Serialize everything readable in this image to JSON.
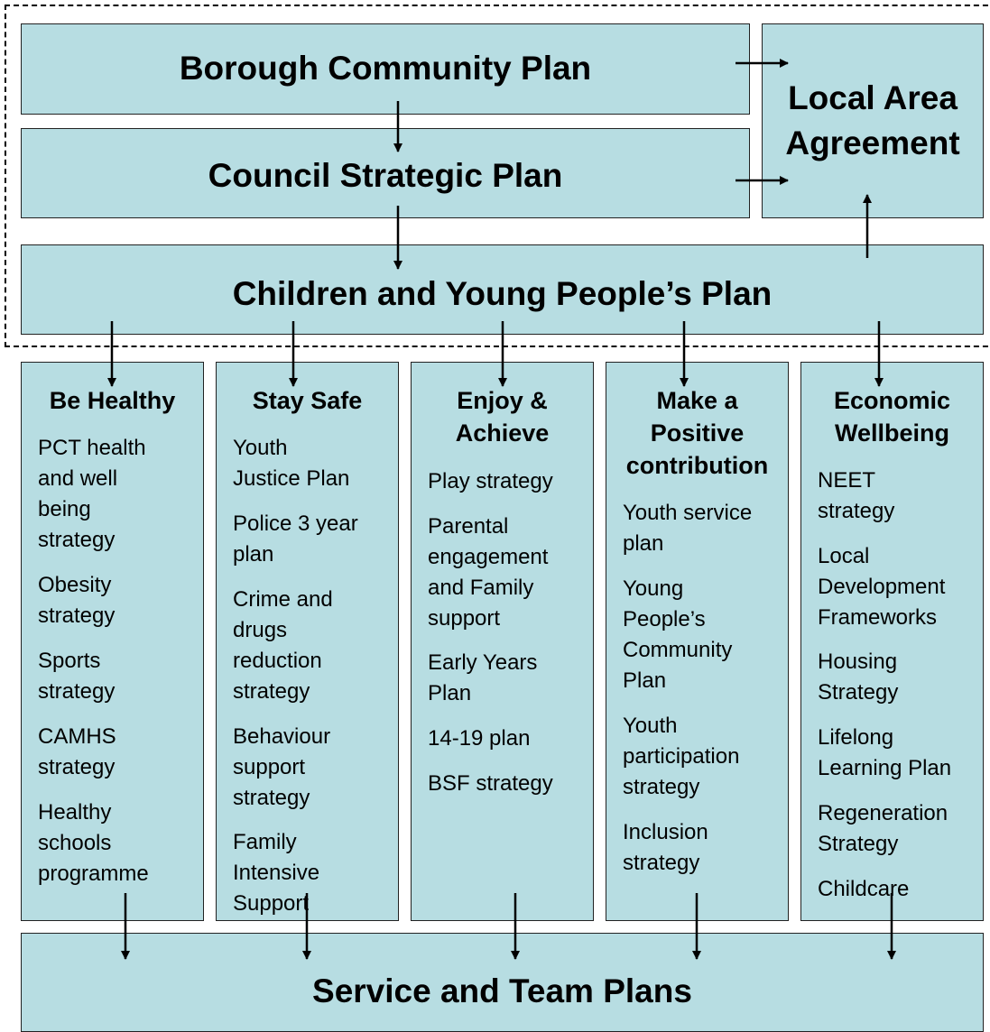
{
  "plans": {
    "borough": "Borough Community Plan",
    "council": "Council Strategic Plan",
    "children": "Children and Young People’s Plan",
    "laa": "Local Area\nAgreement",
    "service": "Service and Team Plans"
  },
  "columns": [
    {
      "title": "Be Healthy",
      "items": [
        "PCT health\nand well\nbeing\nstrategy",
        "Obesity\nstrategy",
        "Sports\nstrategy",
        "CAMHS\nstrategy",
        "Healthy\nschools\nprogramme"
      ]
    },
    {
      "title": "Stay Safe",
      "items": [
        "Youth\nJustice Plan",
        "Police 3 year\nplan",
        "Crime and\ndrugs\nreduction\nstrategy",
        "Behaviour\nsupport\nstrategy",
        "Family\nIntensive\nSupport"
      ]
    },
    {
      "title": "Enjoy &\nAchieve",
      "items": [
        "Play strategy",
        "Parental\nengagement\nand Family\nsupport",
        "Early Years\nPlan",
        "14-19 plan",
        "BSF strategy"
      ]
    },
    {
      "title": "Make a\nPositive\ncontribution",
      "items": [
        "Youth service\nplan",
        "Young\nPeople’s\nCommunity\nPlan",
        "Youth\nparticipation\nstrategy",
        "Inclusion\nstrategy"
      ]
    },
    {
      "title": "Economic\nWellbeing",
      "items": [
        "NEET\nstrategy",
        "Local\nDevelopment\nFrameworks",
        "Housing\nStrategy",
        "Lifelong\nLearning Plan",
        "Regeneration\nStrategy",
        "Childcare"
      ]
    }
  ]
}
